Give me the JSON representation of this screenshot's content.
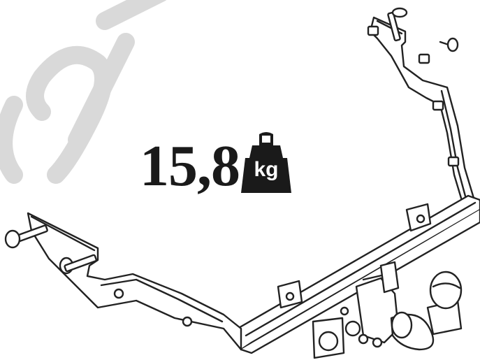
{
  "product": {
    "weight_value": "15,8",
    "weight_unit": "kg",
    "watermark_text": "ant"
  },
  "icons": {
    "weight": "weight-icon",
    "hitch": "tow-bar-drawing"
  },
  "colors": {
    "ink": "#1a1a1a",
    "line": "#222222",
    "watermark": "#d9d9d9",
    "background": "#ffffff"
  }
}
